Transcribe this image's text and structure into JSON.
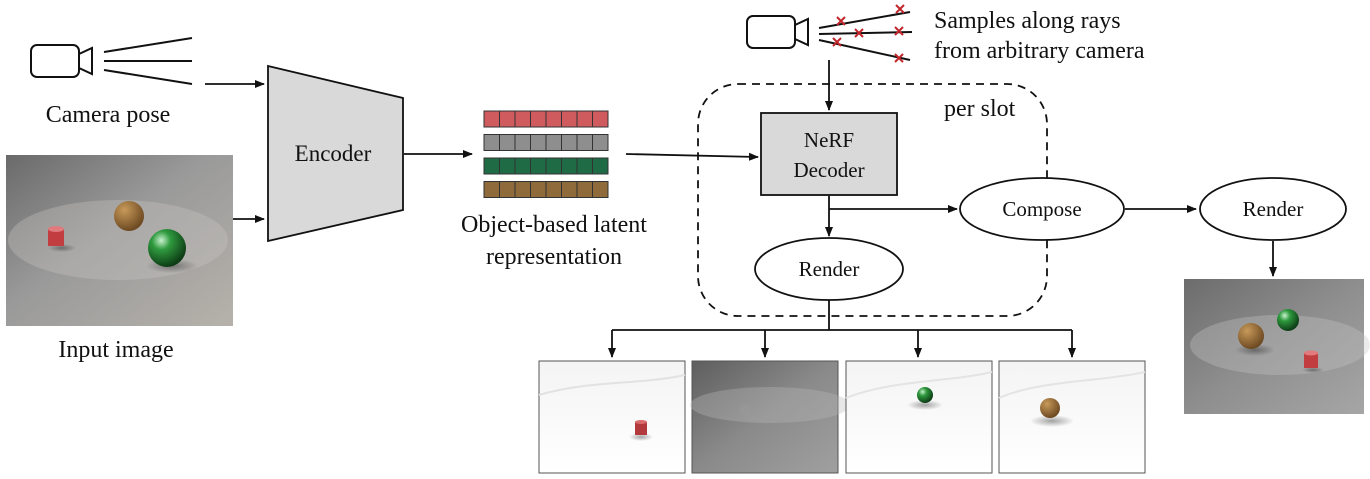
{
  "labels": {
    "camera_pose": "Camera pose",
    "input_image": "Input image",
    "encoder": "Encoder",
    "latent_line1": "Object-based latent",
    "latent_line2": "representation",
    "samples_line1": "Samples along rays",
    "samples_line2": "from arbitrary camera",
    "per_slot": "per slot",
    "decoder_line1": "NeRF",
    "decoder_line2": "Decoder",
    "compose": "Compose",
    "render_slot": "Render",
    "render_final": "Render"
  },
  "colors": {
    "slot_red": "#cf5b5f",
    "slot_gray": "#8e8e8e",
    "slot_green": "#1f6b45",
    "slot_brown": "#8f6a3a",
    "box_fill": "#d9d9d9",
    "ray_marker": "#c0262b"
  },
  "latent_slots": [
    {
      "name": "slot-red",
      "color": "#cf5b5f",
      "cells": 8
    },
    {
      "name": "slot-gray",
      "color": "#8e8e8e",
      "cells": 8
    },
    {
      "name": "slot-green",
      "color": "#1f6b45",
      "cells": 8
    },
    {
      "name": "slot-brown",
      "color": "#8f6a3a",
      "cells": 8
    }
  ],
  "slot_renders": [
    {
      "name": "slot-render-red-cylinder"
    },
    {
      "name": "slot-render-background"
    },
    {
      "name": "slot-render-green-sphere"
    },
    {
      "name": "slot-render-brown-sphere"
    }
  ]
}
